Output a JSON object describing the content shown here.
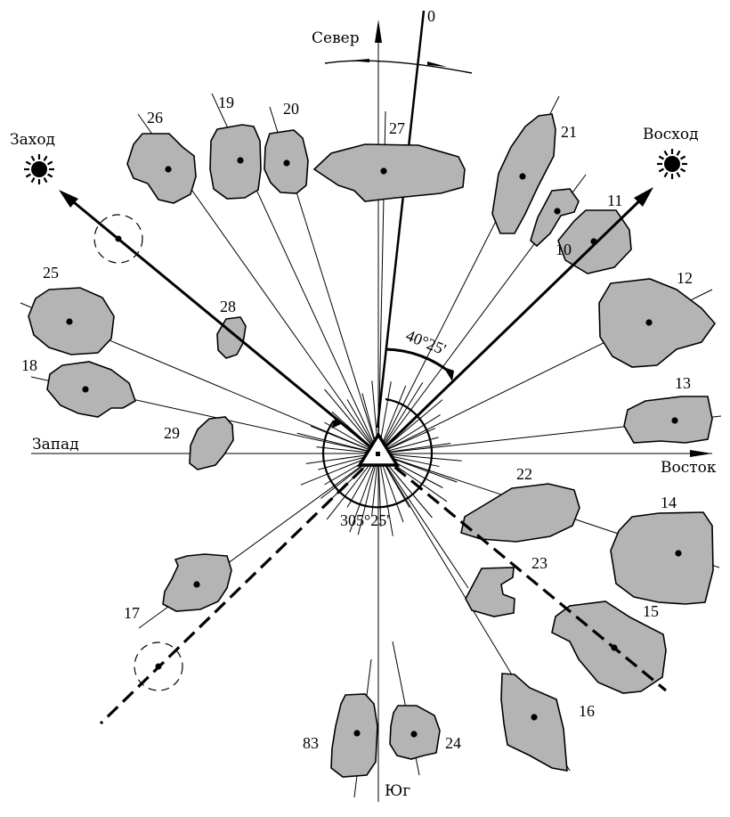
{
  "directions": {
    "north": "Север",
    "south": "Юг",
    "west": "Запад",
    "east": "Восток",
    "sunset": "Заход",
    "sunrise": "Восход",
    "zero": "0"
  },
  "angles": {
    "azimuth_sunrise": "40°25'",
    "azimuth_sunset": "305°25'"
  },
  "stones": [
    {
      "id": "10"
    },
    {
      "id": "11"
    },
    {
      "id": "12"
    },
    {
      "id": "13"
    },
    {
      "id": "14"
    },
    {
      "id": "15"
    },
    {
      "id": "16"
    },
    {
      "id": "17"
    },
    {
      "id": "18"
    },
    {
      "id": "19"
    },
    {
      "id": "20"
    },
    {
      "id": "21"
    },
    {
      "id": "22"
    },
    {
      "id": "23"
    },
    {
      "id": "24"
    },
    {
      "id": "25"
    },
    {
      "id": "26"
    },
    {
      "id": "27"
    },
    {
      "id": "28"
    },
    {
      "id": "29"
    },
    {
      "id": "83"
    }
  ],
  "colors": {
    "stone_fill": "#b4b4b4",
    "line": "#000000",
    "background": "#ffffff"
  }
}
